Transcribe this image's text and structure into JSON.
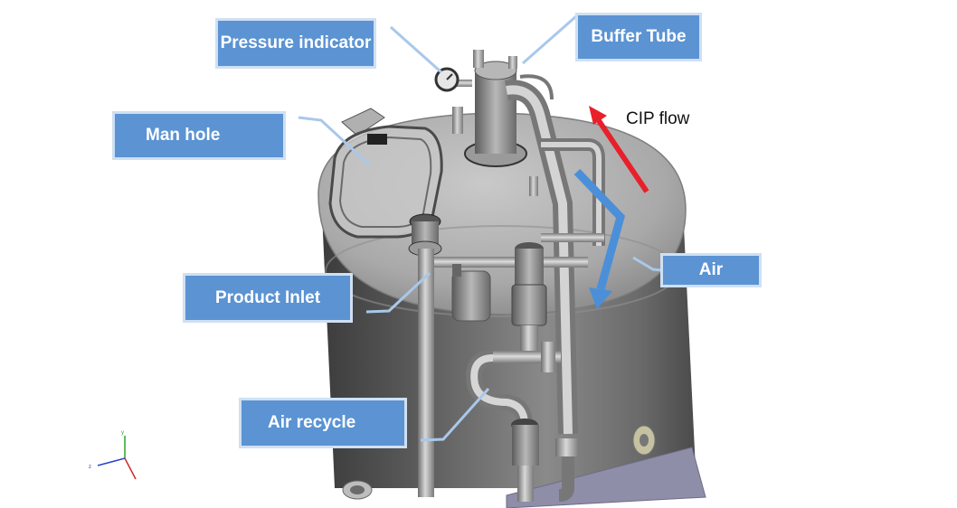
{
  "labels": {
    "pressure_indicator": "Pressure indicator",
    "buffer_tube": "Buffer Tube",
    "man_hole": "Man hole",
    "cip_flow": "CIP flow",
    "air": "Air",
    "product_inlet": "Product Inlet",
    "air_recycle": "Air recycle"
  },
  "colors": {
    "callout_fill": "#5b93d3",
    "callout_border": "#cfe0f3",
    "leader_line": "#a9c8ea",
    "cip_arrow": "#e8202a",
    "air_arrow": "#4b8fd8"
  },
  "icons": {
    "axis_gizmo": "xyz-axis-icon"
  }
}
